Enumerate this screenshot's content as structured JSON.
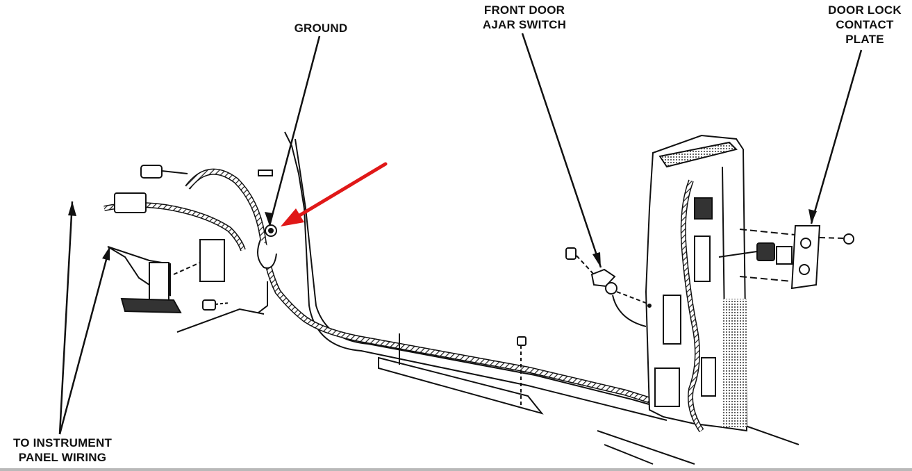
{
  "callouts": {
    "ground": {
      "lines": [
        "GROUND"
      ]
    },
    "front_door_ajar_switch": {
      "lines": [
        "FRONT DOOR",
        "AJAR SWITCH"
      ]
    },
    "door_lock_contact_plate": {
      "lines": [
        "DOOR LOCK",
        "CONTACT",
        "PLATE"
      ]
    },
    "to_instrument_panel_wiring": {
      "lines": [
        "TO INSTRUMENT",
        "PANEL WIRING"
      ]
    }
  },
  "highlight_arrow": {
    "color": "#e01818"
  },
  "line_color": "#111111",
  "harness_shade": "#555555"
}
